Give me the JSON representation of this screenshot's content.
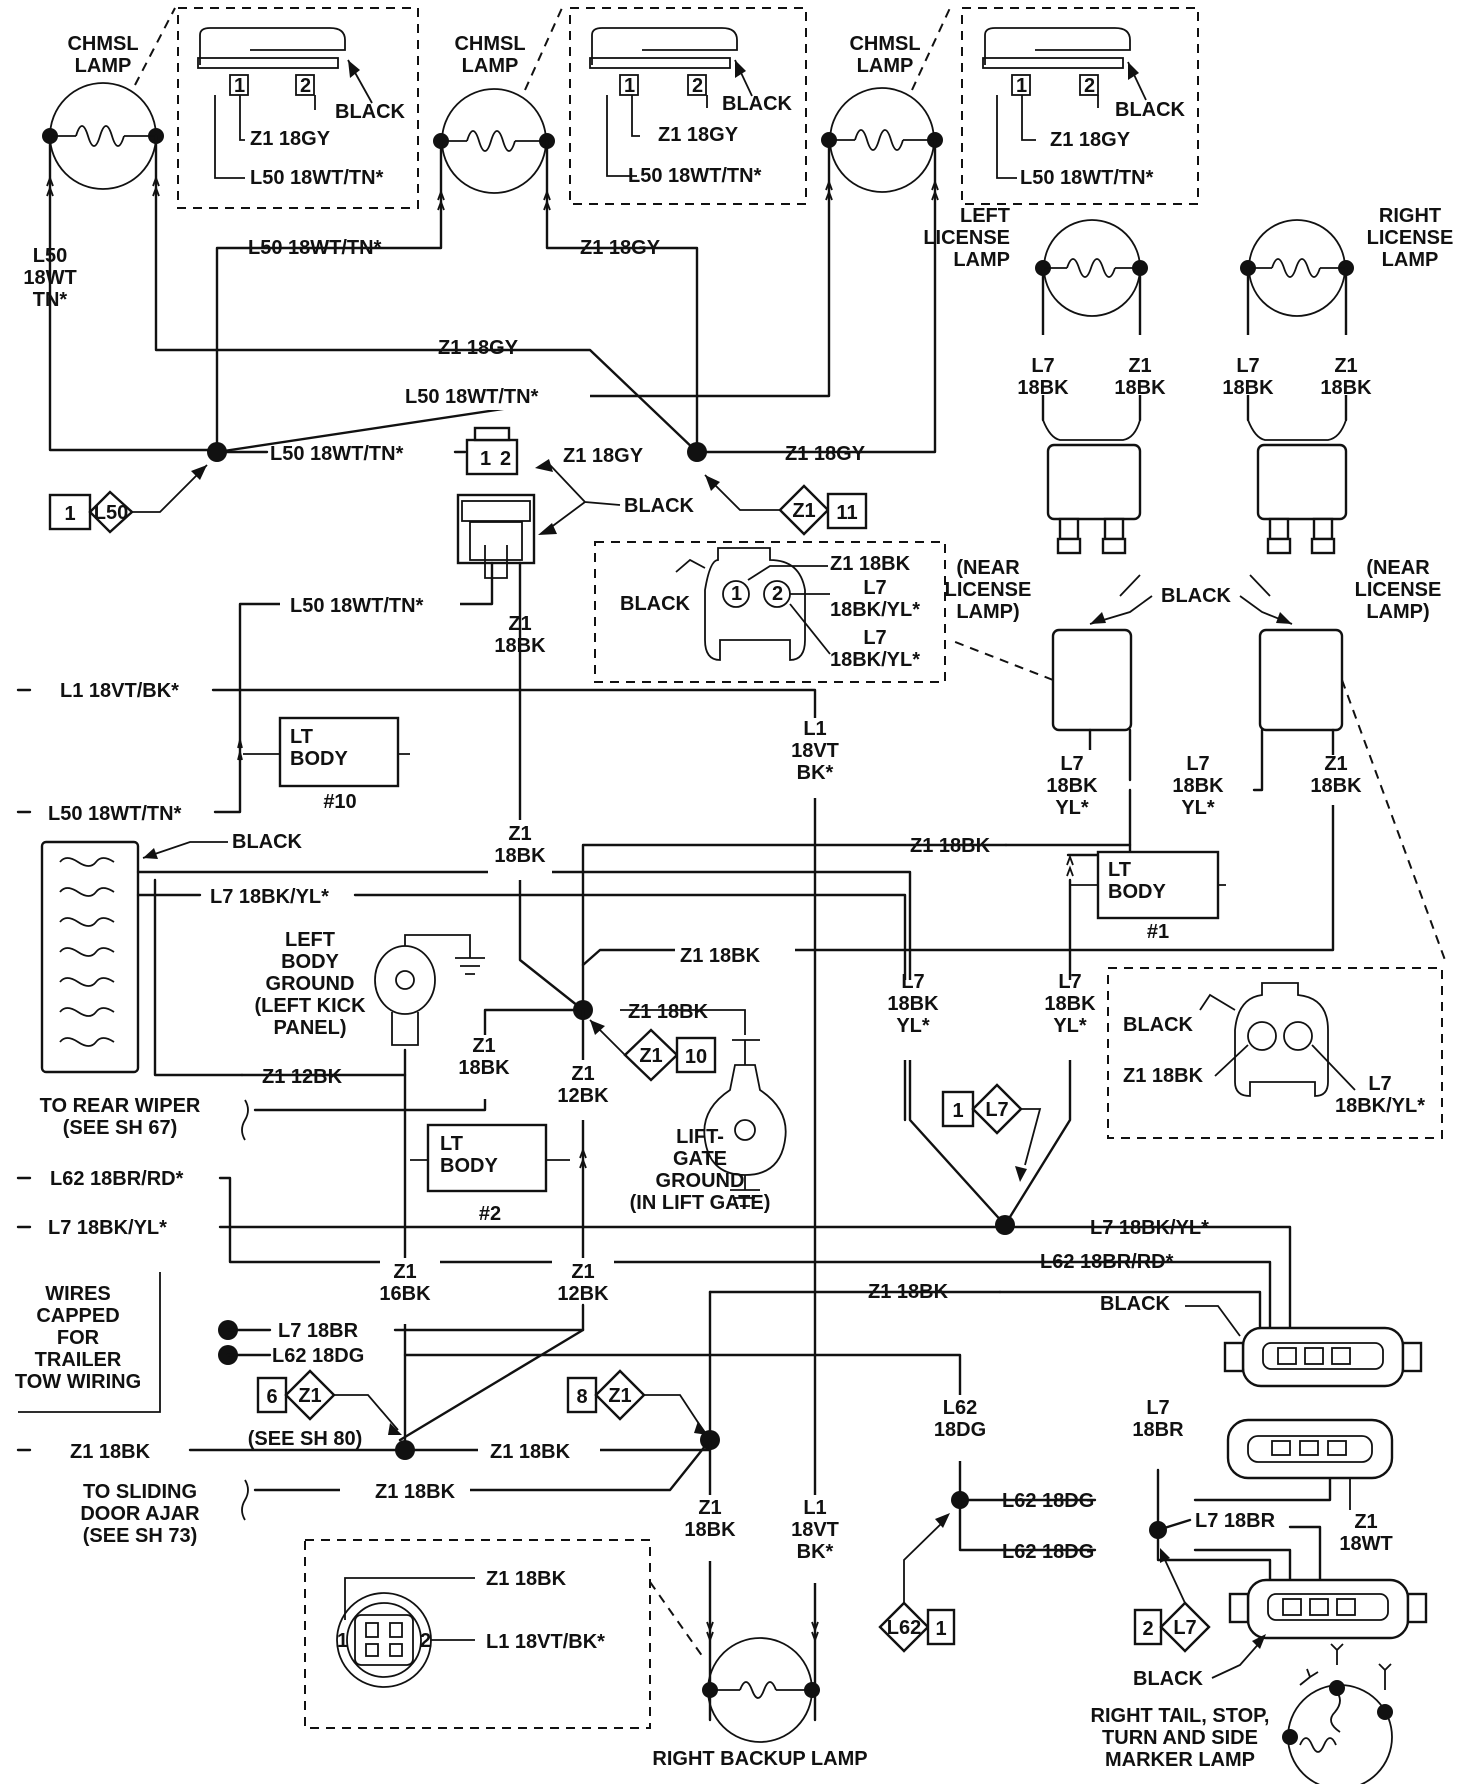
{
  "chmsl": [
    {
      "lamp": "CHMSL\nLAMP",
      "pin1": "1",
      "pin2": "2",
      "color": "BLACK",
      "w1": "Z1 18GY",
      "w2": "L50 18WT/TN*"
    },
    {
      "lamp": "CHMSL\nLAMP",
      "pin1": "1",
      "pin2": "2",
      "color": "BLACK",
      "w1": "Z1 18GY",
      "w2": "L50 18WT/TN*"
    },
    {
      "lamp": "CHMSL\nLAMP",
      "pin1": "1",
      "pin2": "2",
      "color": "BLACK",
      "w1": "Z1 18GY",
      "w2": "L50 18WT/TN*"
    }
  ],
  "top": {
    "l50_left": "L50\n18WT\nTN*",
    "l50_bar": "L50 18WT/TN*",
    "z1_bar": "Z1 18GY",
    "z1_mid": "Z1 18GY",
    "l50_mid": "L50 18WT/TN*",
    "l50_splice": "L50 18WT/TN*",
    "z1_splice_left": "Z1 18GY",
    "z1_splice_right": "Z1 18GY",
    "tag_l50": {
      "num": "1",
      "id": "L50"
    },
    "tag_z1_11": {
      "id": "Z1",
      "num": "11"
    },
    "conn_pins": [
      "1",
      "2"
    ],
    "black": "BLACK"
  },
  "license": {
    "left_lamp": "LEFT\nLICENSE\nLAMP",
    "right_lamp": "RIGHT\nLICENSE\nLAMP",
    "l7_left": "L7\n18BK",
    "z1_left": "Z1\n18BK",
    "l7_right": "L7\n18BK",
    "z1_right": "Z1\n18BK",
    "near_left": "(NEAR\nLICENSE\nLAMP)",
    "near_right": "(NEAR\nLICENSE\nLAMP)",
    "black": "BLACK",
    "l7_yl_left": "L7\n18BK\nYL*",
    "l7_yl_right": "L7\n18BK\nYL*",
    "z1_18bk_right": "Z1\n18BK"
  },
  "detail_conn": {
    "black": "BLACK",
    "pin1": "1",
    "pin2": "2",
    "z1": "Z1 18BK",
    "l7a": "L7\n18BK/YL*",
    "l7b": "L7\n18BK/YL*"
  },
  "middle": {
    "l50_conn": "L50 18WT/TN*",
    "z1_conn": "Z1\n18BK",
    "l1_left": "L1 18VT/BK*",
    "l1_vert": "L1\n18VT\nBK*",
    "lt_body10": "LT\nBODY",
    "lt_body10_num": "#10",
    "l50_left2": "L50 18WT/TN*",
    "black_conn": "BLACK",
    "z1_18bk_center": "Z1\n18BK",
    "z1_18bk_bar": "Z1 18BK",
    "lt_body1": "LT\nBODY",
    "lt_body1_num": "#1",
    "l7_18bkyl_bar": "L7 18BK/YL*",
    "left_body_ground": "LEFT\nBODY\nGROUND\n(LEFT KICK\nPANEL)",
    "z1_18bk_mid": "Z1 18BK",
    "z1_18bk_lift": "Z1 18BK",
    "tag_z1_10": {
      "id": "Z1",
      "num": "10"
    },
    "l7_vert_a": "L7\n18BK\nYL*",
    "l7_vert_b": "L7\n18BK\nYL*",
    "z1_18bk_d": "Z1\n18BK",
    "z1_12bk": "Z1\n12BK",
    "z1_12bk_left": "Z1 12BK",
    "to_rear_wiper": "TO REAR WIPER\n(SEE SH 67)",
    "lt_body2": "LT\nBODY",
    "lt_body2_num": "#2",
    "liftgate_ground": "LIFT-\nGATE\nGROUND\n(IN LIFT GATE)",
    "tag_l7_1": {
      "num": "1",
      "id": "L7"
    },
    "detail2": {
      "black": "BLACK",
      "z1": "Z1 18BK",
      "l7": "L7\n18BK/YL*"
    }
  },
  "lower": {
    "l62_left": "L62 18BR/RD*",
    "l7_left": "L7 18BK/YL*",
    "l7_bar": "L7 18BK/YL*",
    "l62_bar": "L62 18BR/RD*",
    "z1_16bk": "Z1\n16BK",
    "z1_12bk2": "Z1\n12BK",
    "z1_18bk_bar2": "Z1 18BK",
    "black": "BLACK",
    "wires_capped": "WIRES\nCAPPED\nFOR\nTRAILER\nTOW WIRING",
    "l7_18br": "L7 18BR",
    "l62_18dg": "L62 18DG",
    "tag_6_z1": {
      "num": "6",
      "id": "Z1"
    },
    "see_sh80": "(SEE SH 80)",
    "tag_8_z1": {
      "num": "8",
      "id": "Z1"
    },
    "l62_18dg_v": "L62\n18DG",
    "l7_18br_v": "L7\n18BR",
    "z1_18bk_left": "Z1 18BK",
    "z1_18bk_mid": "Z1 18BK",
    "to_sliding": "TO SLIDING\nDOOR AJAR\n(SEE SH 73)",
    "z1_18bk_slide": "Z1 18BK",
    "l62_18dg_a": "L62 18DG",
    "l62_18dg_b": "L62 18DG",
    "l7_18br_b": "L7 18BR",
    "z1_18wt": "Z1\n18WT",
    "z1_18bk_v": "Z1\n18BK",
    "l1_18vt_v": "L1\n18VT\nBK*",
    "tag_l62_1": {
      "id": "L62",
      "num": "1"
    },
    "tag_2_l7": {
      "num": "2",
      "id": "L7"
    },
    "black2": "BLACK",
    "right_tail": "RIGHT TAIL, STOP,\nTURN AND SIDE\nMARKER  LAMP",
    "backup_lamp": "RIGHT BACKUP LAMP",
    "backup_detail": {
      "z1": "Z1 18BK",
      "l1": "L1 18VT/BK*",
      "pin1": "1",
      "pin2": "2"
    }
  }
}
